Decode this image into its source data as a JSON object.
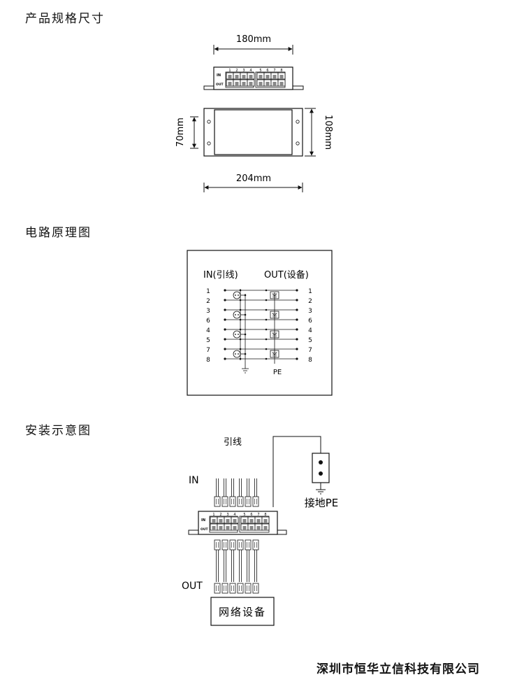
{
  "sections": {
    "dimensions": "产品规格尺寸",
    "schematic": "电路原理图",
    "install": "安装示意图"
  },
  "dimensions": {
    "top_width": "180mm",
    "bottom_width": "204mm",
    "inner_height": "70mm",
    "outer_height": "108mm"
  },
  "device": {
    "in_label": "IN",
    "out_label": "OUT",
    "port_numbers": [
      "1",
      "2",
      "3",
      "4",
      "5",
      "6",
      "7",
      "8"
    ]
  },
  "schematic": {
    "in_header": "IN(引线)",
    "out_header": "OUT(设备)",
    "pins": [
      "1",
      "2",
      "3",
      "6",
      "4",
      "5",
      "7",
      "8"
    ],
    "pe_label": "PE"
  },
  "install": {
    "lead_label": "引线",
    "in_label": "IN",
    "out_label": "OUT",
    "ground_label": "接地PE",
    "network_device": "网络设备"
  },
  "footer": {
    "company": "深圳市恒华立信科技有限公司"
  }
}
